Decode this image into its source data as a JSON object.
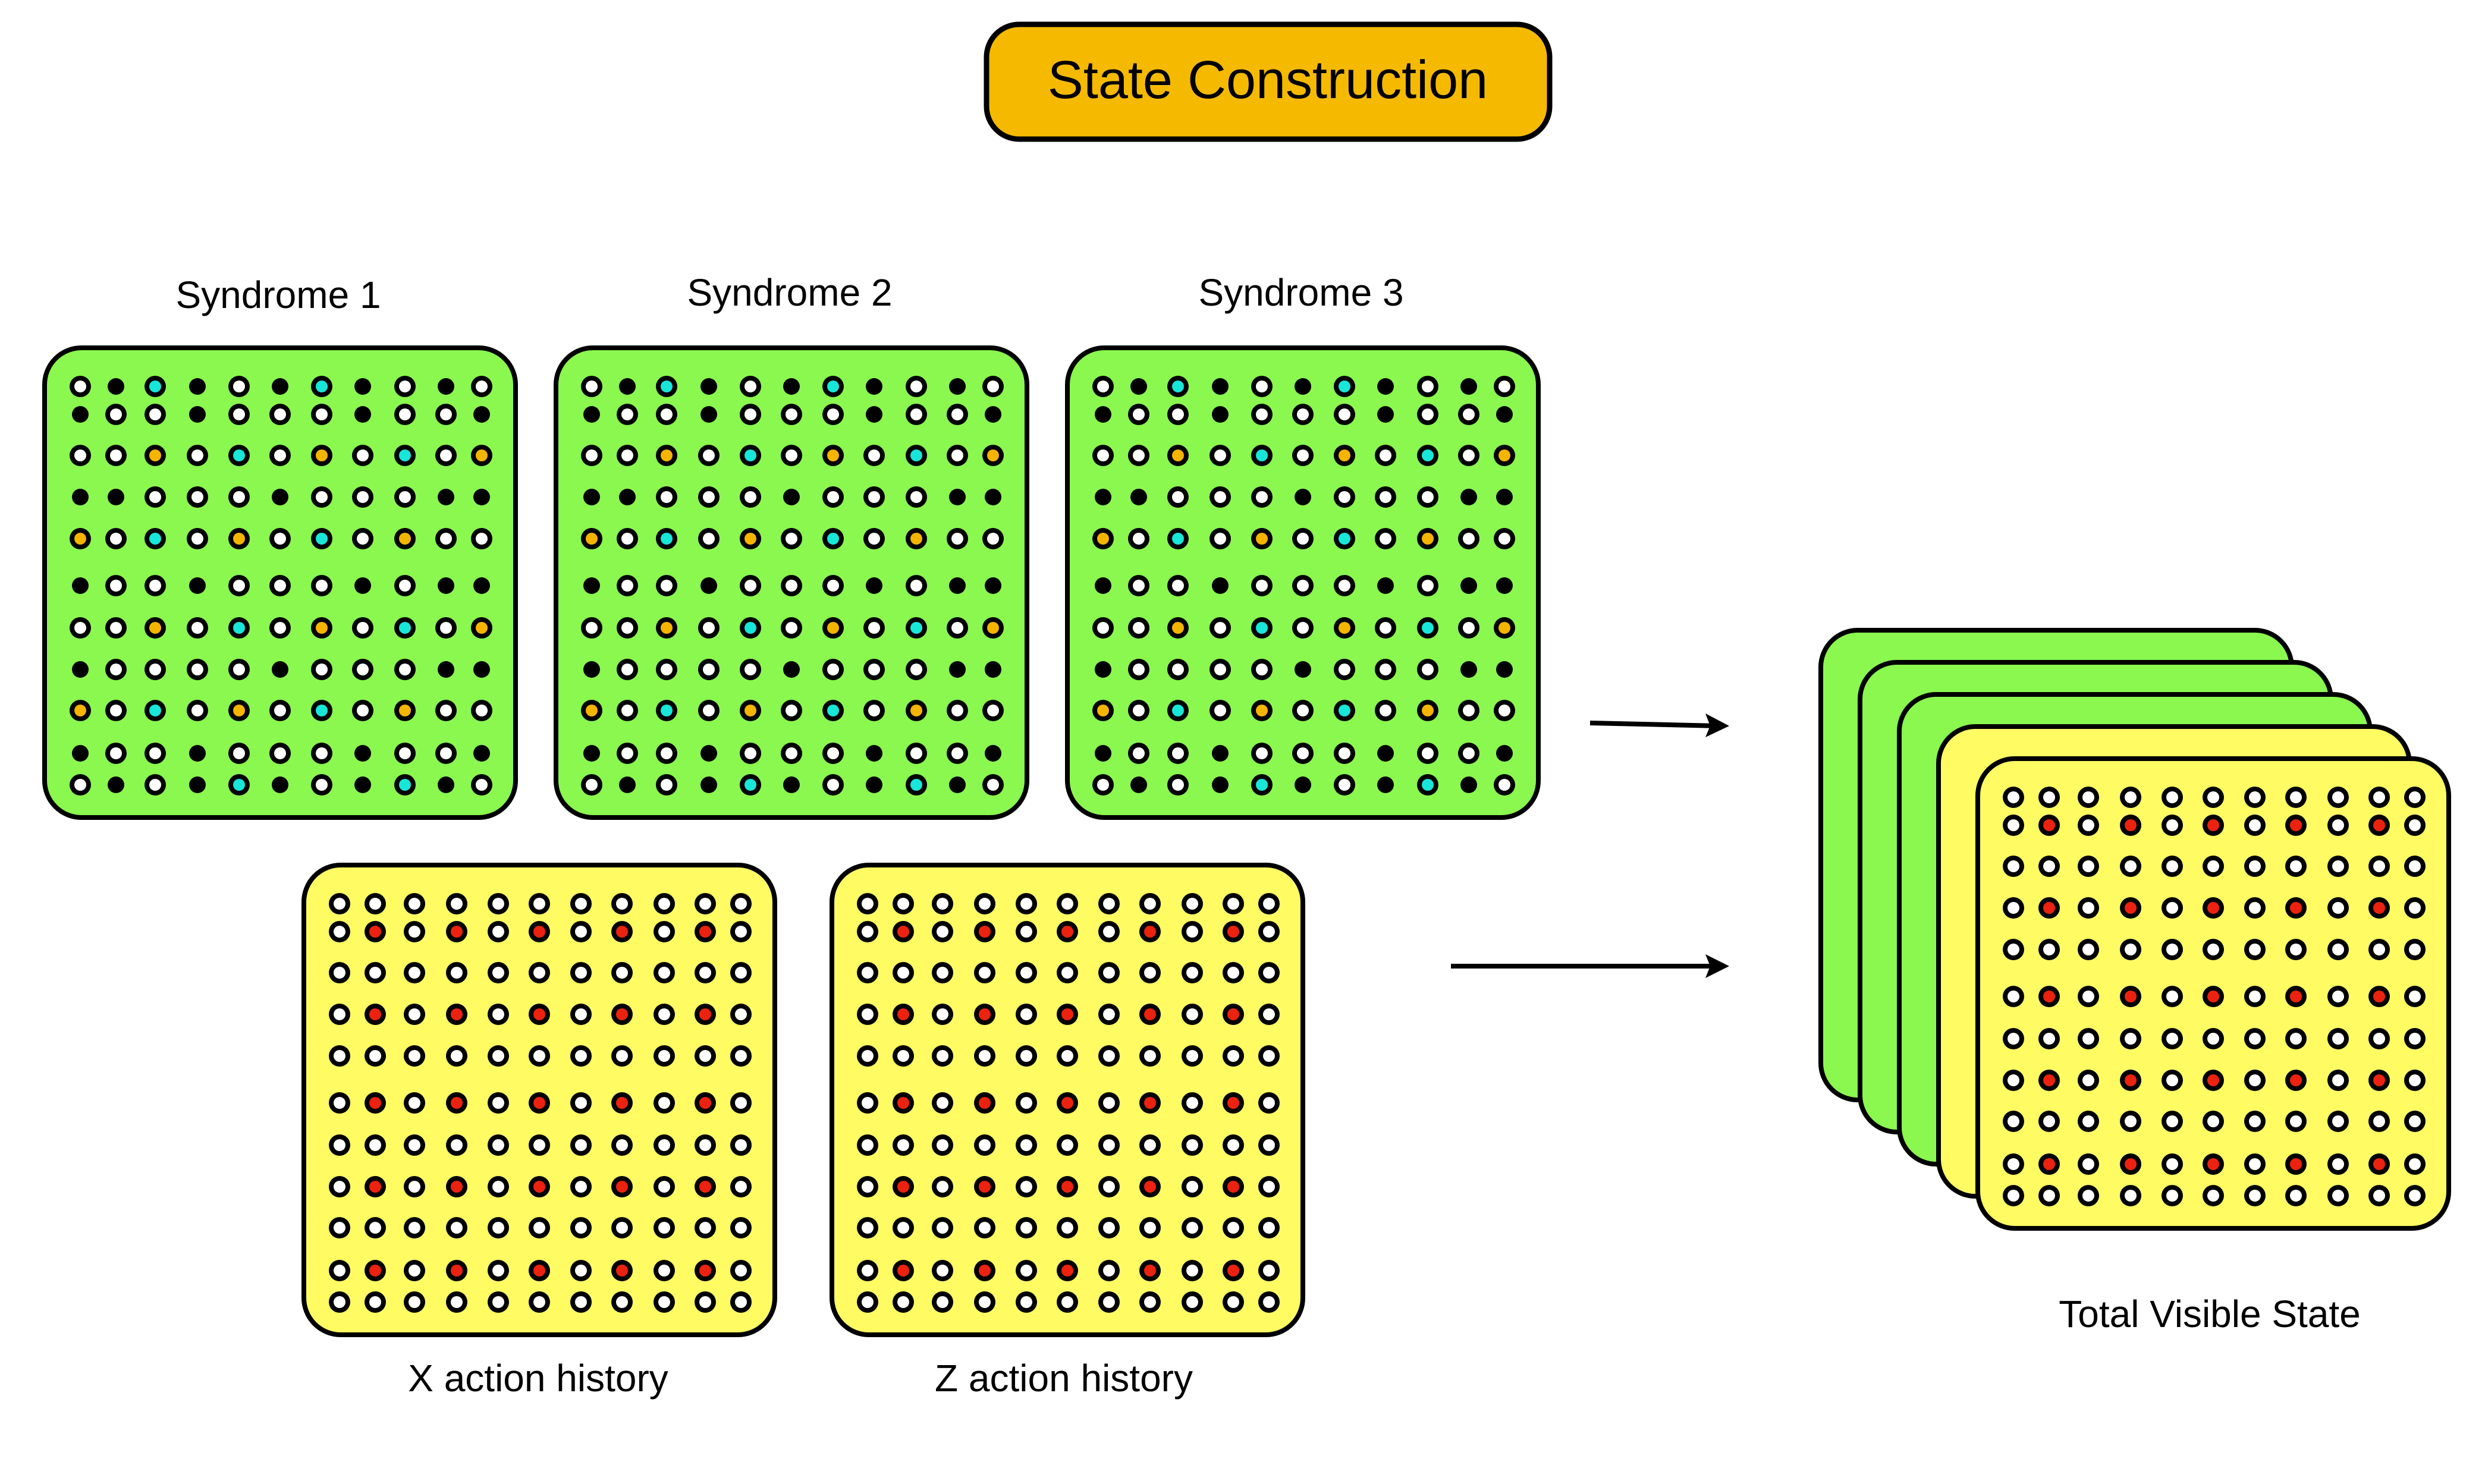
{
  "title": "State Construction",
  "colors": {
    "title_fill": "#F5BA00",
    "syndrome_fill": "#8AF84E",
    "action_fill": "#FFFB63",
    "cyan": "#17E6D8",
    "orange": "#F5B400",
    "red": "#EC2210",
    "white": "#FFFFFF",
    "black": "#000000"
  },
  "legend_codes": {
    "W": "white-qubit",
    "B": "black-dot",
    "C": "cyan-qubit",
    "O": "orange-qubit",
    "R": "red-qubit"
  },
  "syndromes": [
    {
      "label": "Syndrome 1",
      "grid": [
        "WBCBWBCBWBW",
        "BWWBWWWBWWB",
        "WWOWCWOWCWO",
        "BBWWWBWWWBB",
        "OWCWOWCWOWW",
        "BWWBWWWBWBB",
        "WWOWCWOWCWO",
        "BWWWWBWWWBB",
        "OWCWOWCWOWW",
        "BWWBWWWBWWB",
        "WBWBCBWBCBW"
      ]
    },
    {
      "label": "Syndrome 2",
      "grid": [
        "WBCBWBCBWBW",
        "BWWBWWWBWWB",
        "WWOWCWOWCWO",
        "BBWWWBWWWBB",
        "OWCWOWCWOWW",
        "BWWBWWWBWBB",
        "WWOWCWOWCWO",
        "BWWWWBWWWBB",
        "OWCWOWCWOWW",
        "BWWBWWWBWWB",
        "WBWBCBWBCBW"
      ]
    },
    {
      "label": "Syndrome 3",
      "grid": [
        "WBCBWBCBWBW",
        "BWWBWWWBWWB",
        "WWOWCWOWCWO",
        "BBWWWBWWWBB",
        "OWCWOWCWOWW",
        "BWWBWWWBWBB",
        "WWOWCWOWCWO",
        "BWWWWBWWWBB",
        "OWCWOWCWOWW",
        "BWWBWWWBWWB",
        "WBWBCBWBCBW"
      ]
    }
  ],
  "actions": [
    {
      "label": "X action history",
      "grid": [
        "WWWWWWWWWWW",
        "WRWRWRWRWRW",
        "WWWWWWWWWWW",
        "WRWRWRWRWRW",
        "WWWWWWWWWWW",
        "WRWRWRWRWRW",
        "WWWWWWWWWWW",
        "WRWRWRWRWRW",
        "WWWWWWWWWWW",
        "WRWRWRWRWRW",
        "WWWWWWWWWWW"
      ]
    },
    {
      "label": "Z action history",
      "grid": [
        "WWWWWWWWWWW",
        "WRWRWRWRWRW",
        "WWWWWWWWWWW",
        "WRWRWRWRWRW",
        "WWWWWWWWWWW",
        "WRWRWRWRWRW",
        "WWWWWWWWWWW",
        "WRWRWRWRWRW",
        "WWWWWWWWWWW",
        "WRWRWRWRWRW",
        "WWWWWWWWWWW"
      ]
    }
  ],
  "stack": {
    "label": "Total Visible State",
    "layers": [
      "syndrome",
      "syndrome",
      "syndrome",
      "action",
      "action"
    ],
    "front_grid": [
      "WWWWWWWWWWW",
      "WRWRWRWRWRW",
      "WWWWWWWWWWW",
      "WRWRWRWRWRW",
      "WWWWWWWWWWW",
      "WRWRWRWRWRW",
      "WWWWWWWWWWW",
      "WRWRWRWRWRW",
      "WWWWWWWWWWW",
      "WRWRWRWRWRW",
      "WWWWWWWWWWW"
    ]
  },
  "arrows": [
    {
      "from": "syndromes",
      "to": "stack"
    },
    {
      "from": "actions",
      "to": "stack"
    }
  ]
}
